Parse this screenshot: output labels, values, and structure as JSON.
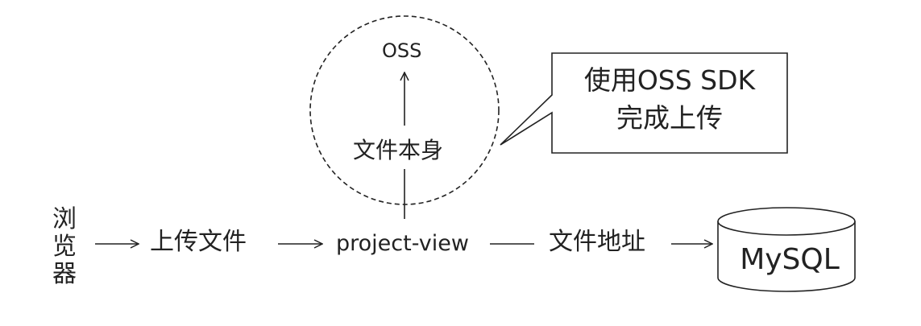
{
  "nodes": {
    "browser": "浏览器",
    "project_view": "project-view",
    "mysql": "MySQL",
    "oss": "OSS"
  },
  "edges": {
    "upload_file": "上传文件",
    "file_address": "文件地址",
    "file_itself": "文件本身"
  },
  "callout": {
    "line1": "使用OSS SDK",
    "line2": "完成上传"
  }
}
